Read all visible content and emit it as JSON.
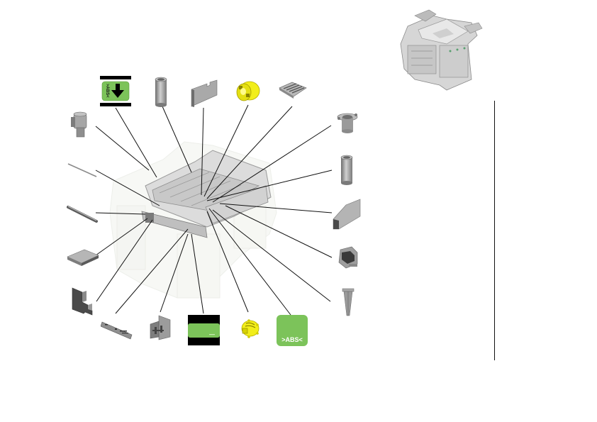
{
  "diagram": {
    "type": "exploded-parts-illustration",
    "subject": "printer chassis assembly",
    "colors": {
      "leader_line": "#111111",
      "part_gray": "#9a9a9a",
      "part_dark": "#4a4a4a",
      "highlight_yellow": "#f2ee1a",
      "abs_green": "#7cc35a",
      "label_black": "#000000",
      "ghost_assembly": "#e9ebe4"
    },
    "badges": {
      "top_abs_badge": {
        "text": ">ABS<",
        "icon": "down-arrow-icon"
      },
      "bottom_blank_badge": {
        "text": ""
      },
      "bottom_abs_badge": {
        "text": ">ABS<"
      }
    },
    "callout_parts": {
      "top": [
        "cylindrical-spacer",
        "flat-plate-with-notch",
        "yellow-gear-coupling",
        "roller-tray"
      ],
      "left": [
        "flanged-bushing",
        "thin-rod",
        "shaft",
        "flat-pad",
        "dark-bracket"
      ],
      "bottom": [
        "perforated-strip",
        "latch-bracket",
        "blank-green-label",
        "yellow-gear",
        "abs-green-label"
      ],
      "right": [
        "flanged-cup",
        "cylindrical-spacer",
        "wedge-block",
        "clip-bracket",
        "tapered-post"
      ]
    },
    "thumbnail": {
      "label": "assembly-overview"
    }
  }
}
